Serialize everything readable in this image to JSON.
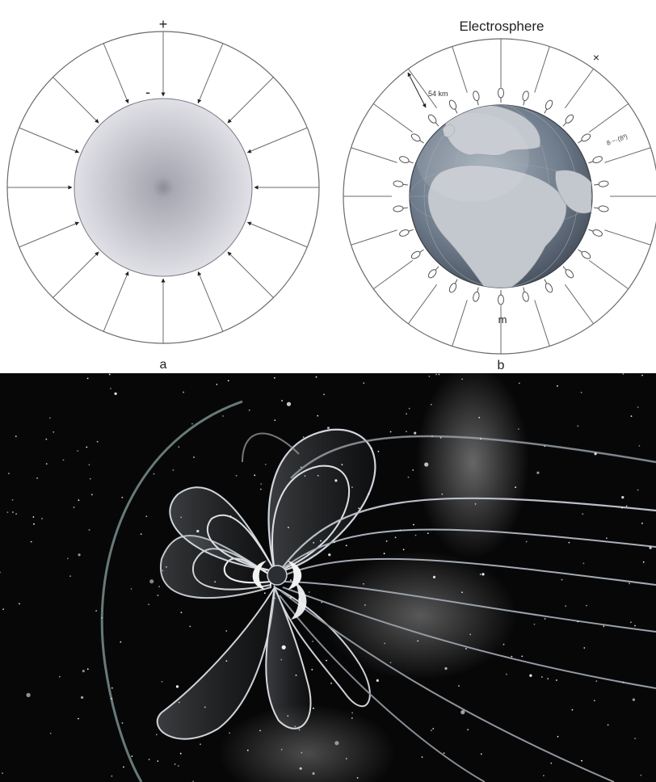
{
  "panel_a": {
    "label": "a",
    "outer_sign": "+",
    "inner_sign": "-"
  },
  "panel_b": {
    "label": "b",
    "title": "Electrosphere",
    "height_label": "54 km",
    "corner_mark": "×",
    "bottom_mark": "m",
    "side_note": "8·−·(8³)"
  },
  "colors": {
    "ring_stroke": "#6b6b6b",
    "sphere_center": "#8c8c9a",
    "sphere_edge": "#d7d7df",
    "ocean": "#6f7c8c",
    "land": "#b9bfc6",
    "space": "#070707"
  }
}
